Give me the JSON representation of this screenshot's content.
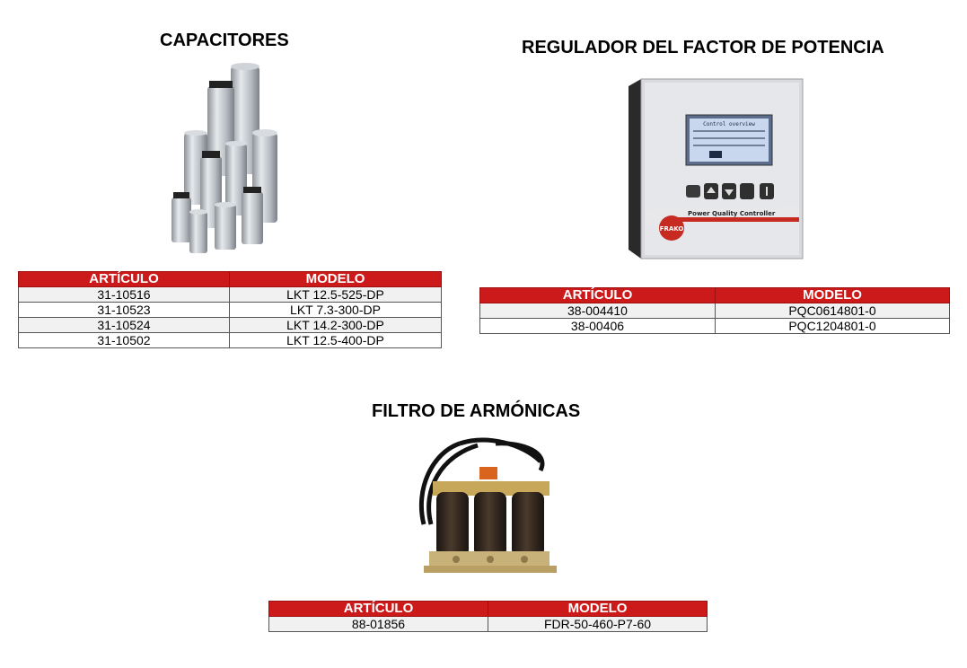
{
  "capacitors": {
    "title": "CAPACITORES",
    "headers": [
      "ARTÍCULO",
      "MODELO"
    ],
    "rows": [
      [
        "31-10516",
        "LKT 12.5-525-DP"
      ],
      [
        "31-10523",
        "LKT 7.3-300-DP"
      ],
      [
        "31-10524",
        "LKT 14.2-300-DP"
      ],
      [
        "31-10502",
        "LKT 12.5-400-DP"
      ]
    ]
  },
  "regulator": {
    "title": "REGULADOR DEL FACTOR DE POTENCIA",
    "headers": [
      "ARTÍCULO",
      "MODELO"
    ],
    "rows": [
      [
        "38-004410",
        "PQC0614801-0"
      ],
      [
        "38-00406",
        "PQC1204801-0"
      ]
    ],
    "device_brand": "FRAKO",
    "device_label": "Power Quality Controller",
    "screen_title": "Control overview"
  },
  "filter": {
    "title": "FILTRO DE ARMÓNICAS",
    "headers": [
      "ARTÍCULO",
      "MODELO"
    ],
    "rows": [
      [
        "88-01856",
        "FDR-50-460-P7-60"
      ]
    ]
  },
  "colors": {
    "header_red": "#cc1a1a"
  }
}
